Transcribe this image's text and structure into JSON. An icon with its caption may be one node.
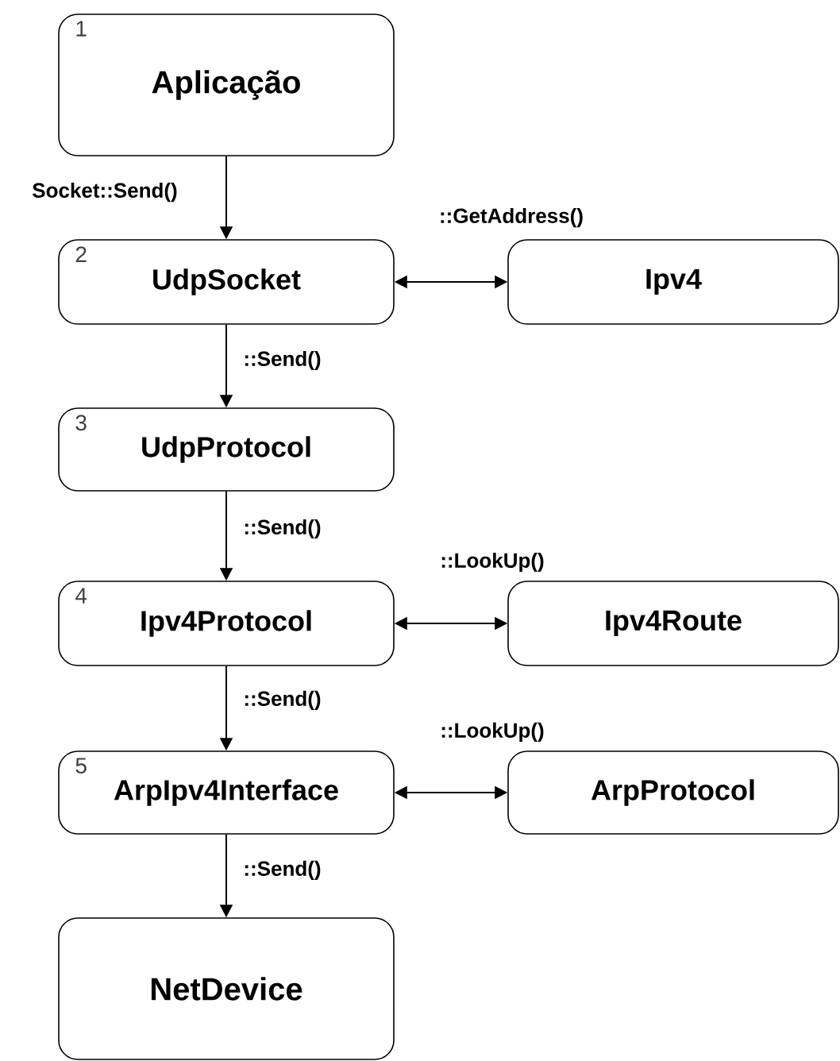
{
  "diagram": {
    "nodes": [
      {
        "text": [
          "1",
          "Aplicação"
        ]
      },
      {
        "text": [
          "2",
          "UdpSocket"
        ]
      },
      {
        "text": [
          "Ipv4"
        ]
      },
      {
        "text": [
          "3",
          "UdpProtocol"
        ]
      },
      {
        "text": [
          "4",
          "Ipv4Protocol"
        ]
      },
      {
        "text": [
          "Ipv4Route"
        ]
      },
      {
        "text": [
          "5",
          "ArpIpv4Interface"
        ]
      },
      {
        "text": [
          "ArpProtocol"
        ]
      },
      {
        "text": [
          "NetDevice"
        ]
      }
    ],
    "edges": [
      {
        "from": 0,
        "to": 1,
        "arrow": "to",
        "label": "Socket::Send()"
      },
      {
        "from": 1,
        "to": 2,
        "arrow": "both",
        "label": "::GetAddress()"
      },
      {
        "from": 1,
        "to": 3,
        "arrow": "to",
        "label": "::Send()"
      },
      {
        "from": 3,
        "to": 4,
        "arrow": "to",
        "label": "::Send()"
      },
      {
        "from": 4,
        "to": 5,
        "arrow": "both",
        "label": "::LookUp()"
      },
      {
        "from": 4,
        "to": 6,
        "arrow": "to",
        "label": "::Send()"
      },
      {
        "from": 6,
        "to": 7,
        "arrow": "both",
        "label": "::LookUp()"
      },
      {
        "from": 6,
        "to": 8,
        "arrow": "to",
        "label": "::Send()"
      }
    ]
  }
}
